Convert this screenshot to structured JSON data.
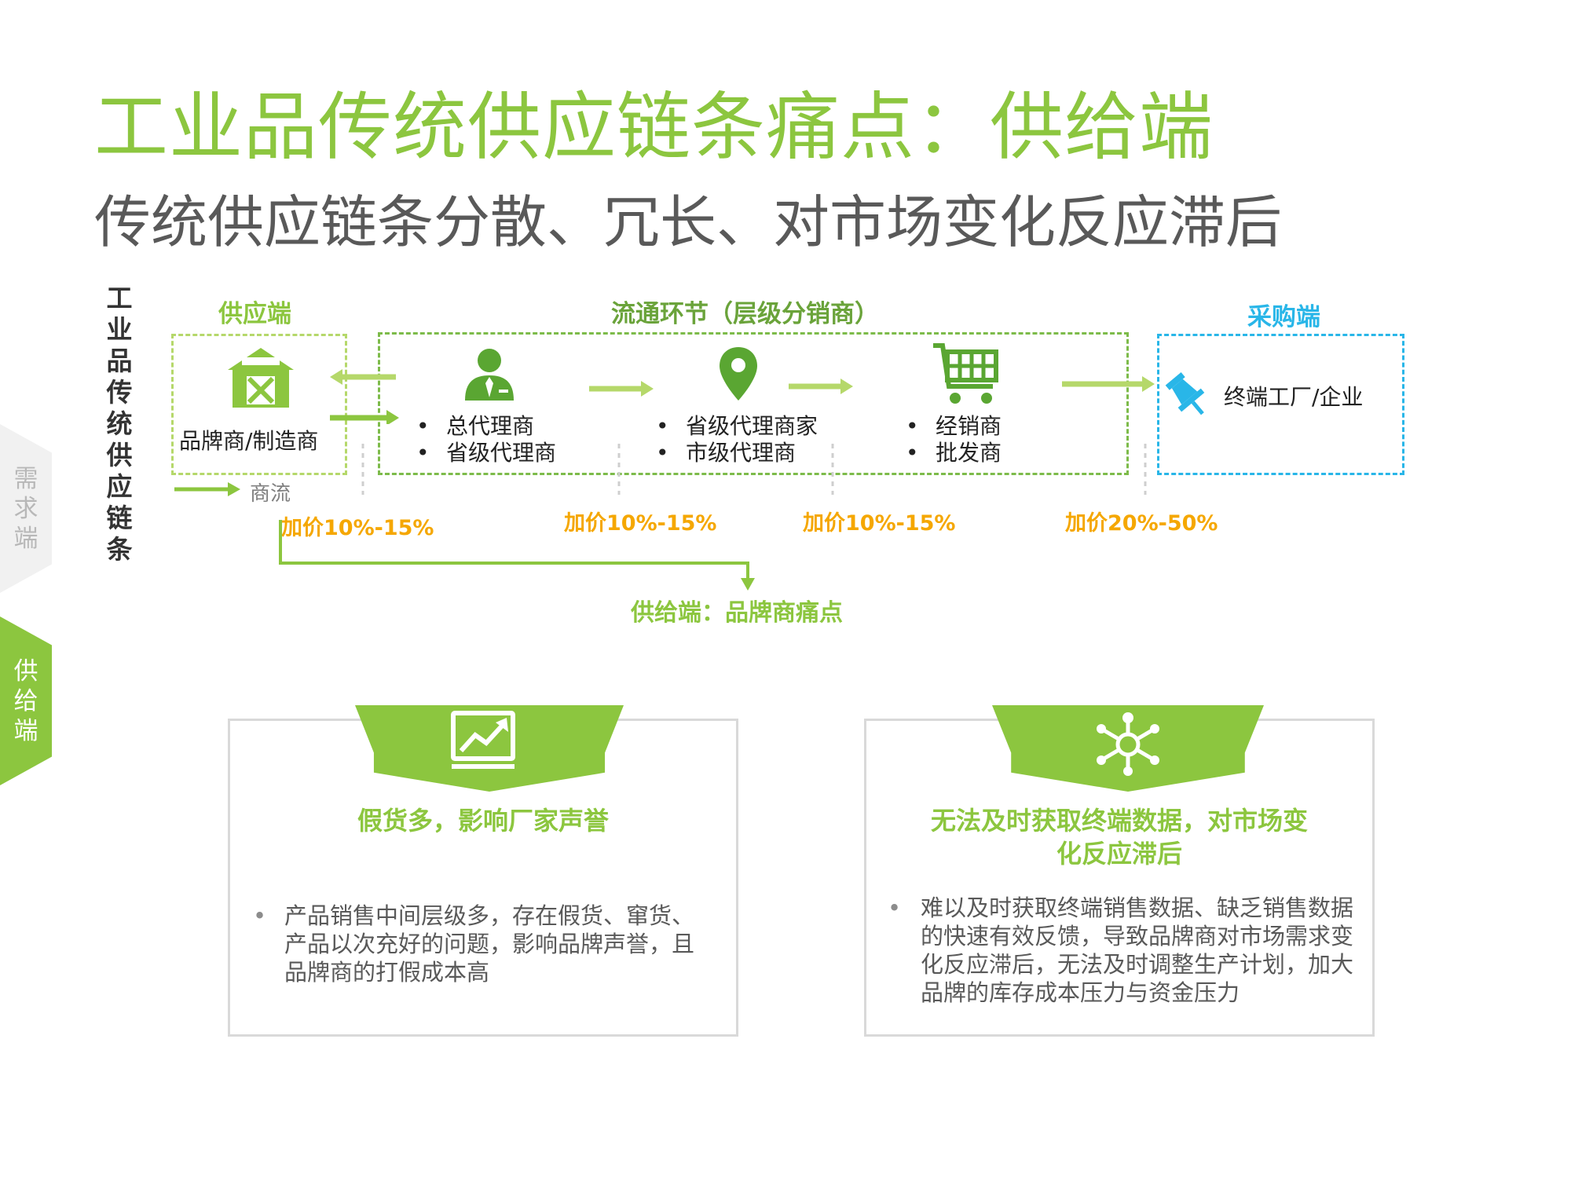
{
  "title": "工业品传统供应链条痛点：供给端",
  "subtitle": "传统供应链条分散、冗长、对市场变化反应滞后",
  "vertical_label": "工业品传统供应链条",
  "side_tabs": {
    "demand": "需求端",
    "supply": "供给端"
  },
  "flow": {
    "supply_label": "供应端",
    "circulation_label": "流通环节（层级分销商）",
    "purchase_label": "采购端",
    "brand_node": "品牌商/制造商",
    "trade_flow": "商流",
    "tier1": [
      "总代理商",
      "省级代理商"
    ],
    "tier2": [
      "省级代理商家",
      "市级代理商"
    ],
    "tier3": [
      "经销商",
      "批发商"
    ],
    "end_node": "终端工厂/企业",
    "markups": [
      "加价10%-15%",
      "加价10%-15%",
      "加价10%-15%",
      "加价20%-50%"
    ],
    "pain_point_label": "供给端：品牌商痛点"
  },
  "cards": [
    {
      "icon": "trend-chart-icon",
      "title": "假货多，影响厂家声誉",
      "body": "产品销售中间层级多，存在假货、窜货、产品以次充好的问题，影响品牌声誉，且品牌商的打假成本高"
    },
    {
      "icon": "network-icon",
      "title": "无法及时获取终端数据，对市场变化反应滞后",
      "body": "难以及时获取终端销售数据、缺乏销售数据的快速有效反馈，导致品牌商对市场需求变化反应滞后，无法及时调整生产计划，加大品牌的库存成本压力与资金压力"
    }
  ],
  "colors": {
    "accent": "#8cc63f",
    "buyer": "#29b6e8",
    "markup": "#f5a700",
    "subtitle": "#595959"
  }
}
